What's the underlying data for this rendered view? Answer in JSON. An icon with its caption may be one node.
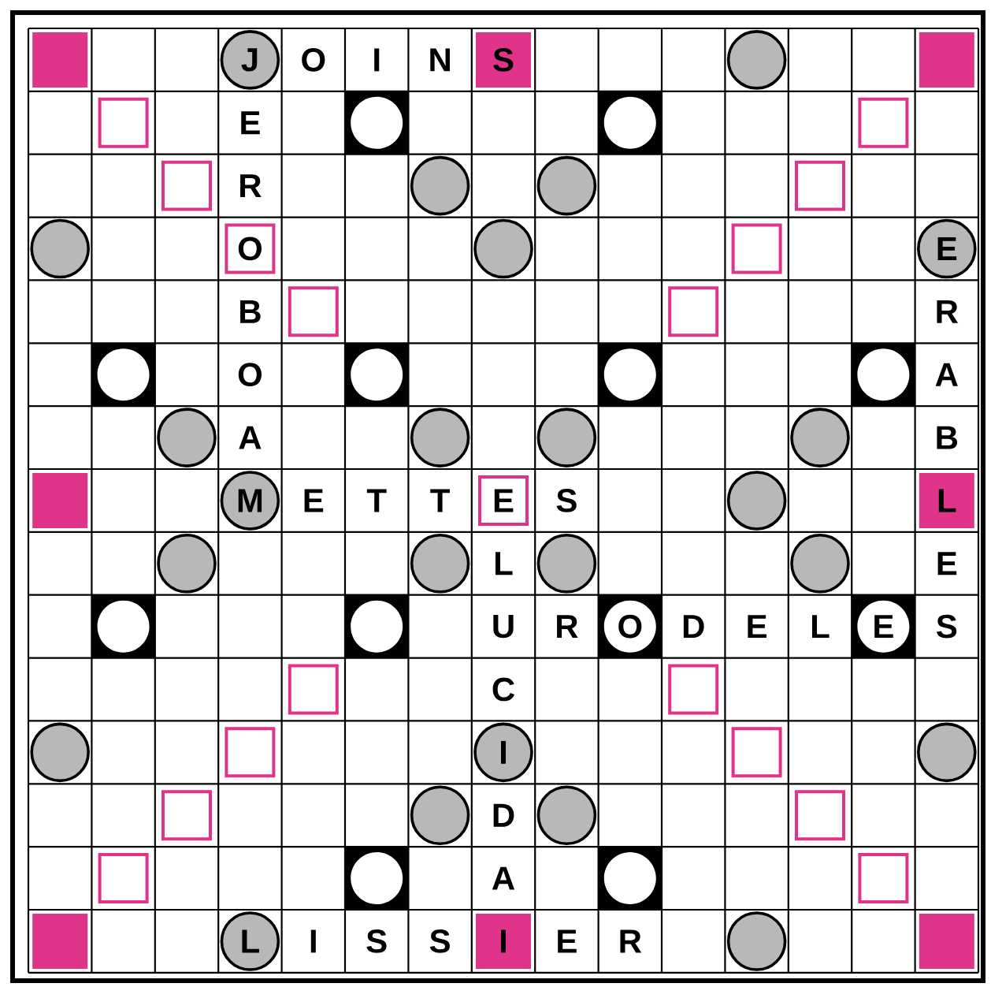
{
  "diagram": {
    "labels": [
      "J",
      "O",
      "I",
      "N",
      "S",
      "E",
      "R",
      "O",
      "E",
      "B",
      "R",
      "O",
      "A",
      "A",
      "B",
      "M",
      "E",
      "T",
      "T",
      "E",
      "S",
      "L",
      "L",
      "E",
      "U",
      "R",
      "O",
      "D",
      "E",
      "L",
      "E",
      "S",
      "C",
      "I",
      "D",
      "A",
      "L",
      "I",
      "S",
      "S",
      "I",
      "E",
      "R"
    ]
  }
}
